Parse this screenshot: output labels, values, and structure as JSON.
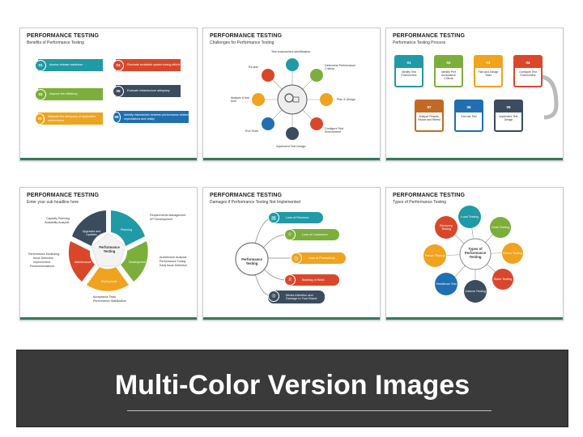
{
  "slides": [
    {
      "title": "PERFORMANCE TESTING",
      "subtitle": "Benefits of Performance Testing",
      "items": [
        {
          "num": "01",
          "text": "Assess release readiness",
          "color": "#1f9aa6"
        },
        {
          "num": "02",
          "text": "Improve the efficiency",
          "color": "#7cae3c"
        },
        {
          "num": "03",
          "text": "Measure the adequacy of application performance",
          "color": "#f0a31e"
        },
        {
          "num": "04",
          "text": "Eliminate avoidable system tuning efforts",
          "color": "#d9472b"
        },
        {
          "num": "05",
          "text": "Evaluate infrastructure adequacy",
          "color": "#3b4c5e"
        },
        {
          "num": "06",
          "text": "Identify mismatches between performance-related expectations and reality",
          "color": "#1f6fb2"
        }
      ]
    },
    {
      "title": "PERFORMANCE TESTING",
      "subtitle": "Challenges for Performance Testing",
      "labels": [
        "Test environment identification",
        "Determine Performance Criteria",
        "Plan & Design",
        "Configure Test Environment",
        "Implement Test Design",
        "Run Tests",
        "Analyze & fine tune",
        "Re-test"
      ]
    },
    {
      "title": "PERFORMANCE TESTING",
      "subtitle": "Performance Testing Process",
      "steps": [
        {
          "num": "01",
          "text": "Identify Test Environment",
          "color": "#1f9aa6"
        },
        {
          "num": "02",
          "text": "Identify Perf Acceptance Criteria",
          "color": "#7cae3c"
        },
        {
          "num": "03",
          "text": "Plan and Design Tests",
          "color": "#f0a31e"
        },
        {
          "num": "04",
          "text": "Configure Test Environment",
          "color": "#d9472b"
        },
        {
          "num": "05",
          "text": "Implement Test Design",
          "color": "#3b4c5e"
        },
        {
          "num": "06",
          "text": "Execute Test",
          "color": "#1f6fb2"
        },
        {
          "num": "07",
          "text": "Analyze Results, Report and Retest",
          "color": "#c26a24"
        }
      ]
    },
    {
      "title": "PERFORMANCE TESTING",
      "subtitle": "Enter your sub headline here",
      "center": "Performance Testing",
      "segments": [
        "Planning",
        "Development",
        "Deployment",
        "Maintenance",
        "Upgrades and Updates"
      ],
      "notes": {
        "tl1": "Capacity Planning",
        "tl2": "Scalability Analysis",
        "tr1": "Requirements Management",
        "tr2": "KPI Development",
        "r1": "Architecture Analysis",
        "r2": "Performance Tuning",
        "r3": "Early Issue Detection",
        "b1": "Acceptance Tests",
        "b2": "Performance Stabilization",
        "l1": "Performance Monitoring",
        "l2": "Issue Detection",
        "l3": "Improvement",
        "l4": "Recommendations"
      }
    },
    {
      "title": "PERFORMANCE TESTING",
      "subtitle": "Damages if Performance Testing Not Implemented",
      "center": "Performance Testing",
      "items": [
        {
          "text": "Loss of Revenue",
          "color": "#1f9aa6"
        },
        {
          "text": "Loss of Customers",
          "color": "#7cae3c"
        },
        {
          "text": "Loss of Productivity",
          "color": "#f0a31e"
        },
        {
          "text": "Backlog of Work",
          "color": "#d9472b"
        },
        {
          "text": "Media Attention and Damage to Your Brand",
          "color": "#3b4c5e"
        }
      ]
    },
    {
      "title": "PERFORMANCE TESTING",
      "subtitle": "Types of Performance Testing",
      "center": "Types of Performance Testing",
      "types": [
        "Load Testing",
        "Soak Testing",
        "Stress Testing",
        "Spike Testing",
        "Volume Testing",
        "Resilience Test",
        "Failure Testing",
        "Recovery Testing"
      ]
    }
  ],
  "footer": {
    "title": "Multi-Color Version Images"
  }
}
